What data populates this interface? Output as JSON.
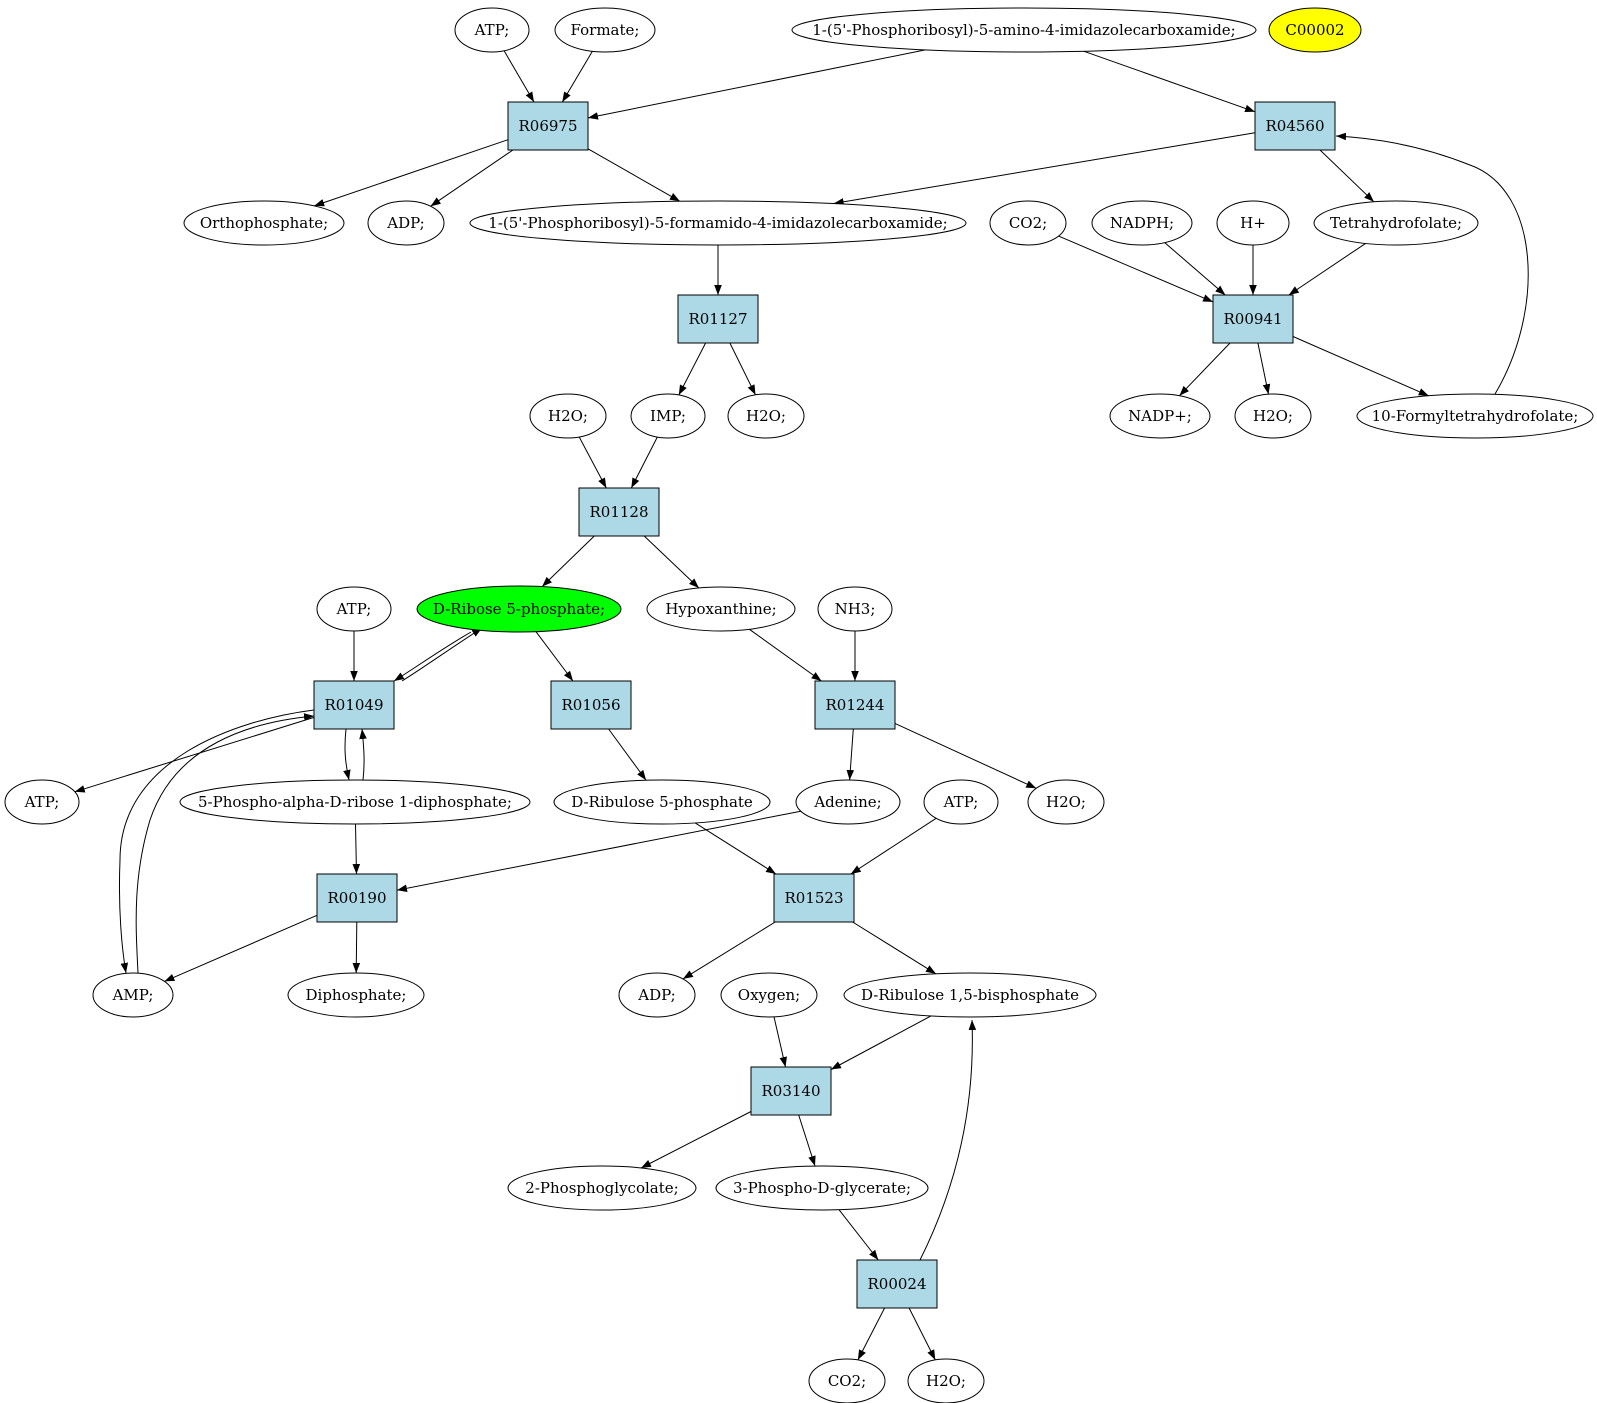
{
  "colors": {
    "reaction_fill": "#add8e6",
    "default_compound_fill": "#ffffff",
    "highlight_green": "#00ff00",
    "highlight_yellow": "#ffff00"
  },
  "reactions": [
    {
      "id": "r06975",
      "label": "R06975"
    },
    {
      "id": "r04560",
      "label": "R04560"
    },
    {
      "id": "r01127",
      "label": "R01127"
    },
    {
      "id": "r00941",
      "label": "R00941"
    },
    {
      "id": "r01128",
      "label": "R01128"
    },
    {
      "id": "r01049",
      "label": "R01049"
    },
    {
      "id": "r01056",
      "label": "R01056"
    },
    {
      "id": "r01244",
      "label": "R01244"
    },
    {
      "id": "r00190",
      "label": "R00190"
    },
    {
      "id": "r01523",
      "label": "R01523"
    },
    {
      "id": "r03140",
      "label": "R03140"
    },
    {
      "id": "r00024",
      "label": "R00024"
    }
  ],
  "compounds": [
    {
      "id": "atp1",
      "label": "ATP;"
    },
    {
      "id": "formate",
      "label": "Formate;"
    },
    {
      "id": "aicar",
      "label": "1-(5'-Phosphoribosyl)-5-amino-4-imidazolecarboxamide;"
    },
    {
      "id": "c00002",
      "label": "C00002",
      "highlight": "yellow"
    },
    {
      "id": "orthophosphate",
      "label": "Orthophosphate;"
    },
    {
      "id": "adp1",
      "label": "ADP;"
    },
    {
      "id": "faicar",
      "label": "1-(5'-Phosphoribosyl)-5-formamido-4-imidazolecarboxamide;"
    },
    {
      "id": "co2a",
      "label": "CO2;"
    },
    {
      "id": "nadph",
      "label": "NADPH;"
    },
    {
      "id": "hplus",
      "label": "H+"
    },
    {
      "id": "thf",
      "label": "Tetrahydrofolate;"
    },
    {
      "id": "h2o1",
      "label": "H2O;"
    },
    {
      "id": "imp",
      "label": "IMP;"
    },
    {
      "id": "h2o2",
      "label": "H2O;"
    },
    {
      "id": "nadpplus",
      "label": "NADP+;"
    },
    {
      "id": "h2o3",
      "label": "H2O;"
    },
    {
      "id": "formylthf",
      "label": "10-Formyltetrahydrofolate;"
    },
    {
      "id": "atp2",
      "label": "ATP;"
    },
    {
      "id": "r5p",
      "label": "D-Ribose 5-phosphate;",
      "highlight": "green"
    },
    {
      "id": "hypoxanthine",
      "label": "Hypoxanthine;"
    },
    {
      "id": "nh3",
      "label": "NH3;"
    },
    {
      "id": "atp3",
      "label": "ATP;"
    },
    {
      "id": "prpp",
      "label": "5-Phospho-alpha-D-ribose 1-diphosphate;"
    },
    {
      "id": "ru5p",
      "label": "D-Ribulose 5-phosphate"
    },
    {
      "id": "adenine",
      "label": "Adenine;"
    },
    {
      "id": "atp4",
      "label": "ATP;"
    },
    {
      "id": "h2o4",
      "label": "H2O;"
    },
    {
      "id": "amp",
      "label": "AMP;"
    },
    {
      "id": "diphosphate",
      "label": "Diphosphate;"
    },
    {
      "id": "adp2",
      "label": "ADP;"
    },
    {
      "id": "oxygen",
      "label": "Oxygen;"
    },
    {
      "id": "rubp",
      "label": "D-Ribulose 1,5-bisphosphate"
    },
    {
      "id": "phosphoglycolate",
      "label": "2-Phosphoglycolate;"
    },
    {
      "id": "pga",
      "label": "3-Phospho-D-glycerate;"
    },
    {
      "id": "co2b",
      "label": "CO2;"
    },
    {
      "id": "h2o5",
      "label": "H2O;"
    }
  ],
  "edges": [
    {
      "from": "atp1",
      "to": "r06975"
    },
    {
      "from": "formate",
      "to": "r06975"
    },
    {
      "from": "aicar",
      "to": "r06975"
    },
    {
      "from": "aicar",
      "to": "r04560"
    },
    {
      "from": "r06975",
      "to": "orthophosphate"
    },
    {
      "from": "r06975",
      "to": "adp1"
    },
    {
      "from": "r06975",
      "to": "faicar"
    },
    {
      "from": "r04560",
      "to": "faicar"
    },
    {
      "from": "r04560",
      "to": "thf"
    },
    {
      "from": "formylthf",
      "to": "r04560"
    },
    {
      "from": "co2a",
      "to": "r00941"
    },
    {
      "from": "nadph",
      "to": "r00941"
    },
    {
      "from": "hplus",
      "to": "r00941"
    },
    {
      "from": "thf",
      "to": "r00941"
    },
    {
      "from": "r00941",
      "to": "nadpplus"
    },
    {
      "from": "r00941",
      "to": "h2o3"
    },
    {
      "from": "r00941",
      "to": "formylthf"
    },
    {
      "from": "faicar",
      "to": "r01127"
    },
    {
      "from": "r01127",
      "to": "imp"
    },
    {
      "from": "r01127",
      "to": "h2o2"
    },
    {
      "from": "h2o1",
      "to": "r01128"
    },
    {
      "from": "imp",
      "to": "r01128"
    },
    {
      "from": "r01128",
      "to": "r5p"
    },
    {
      "from": "r01128",
      "to": "hypoxanthine"
    },
    {
      "from": "atp2",
      "to": "r01049"
    },
    {
      "from": "r5p",
      "to": "r01049"
    },
    {
      "from": "r01049",
      "to": "r5p"
    },
    {
      "from": "r5p",
      "to": "r01056"
    },
    {
      "from": "r01049",
      "to": "atp3"
    },
    {
      "from": "r01049",
      "to": "prpp"
    },
    {
      "from": "prpp",
      "to": "r01049"
    },
    {
      "from": "r01049",
      "to": "amp"
    },
    {
      "from": "amp",
      "to": "r01049"
    },
    {
      "from": "hypoxanthine",
      "to": "r01244"
    },
    {
      "from": "nh3",
      "to": "r01244"
    },
    {
      "from": "r01244",
      "to": "adenine"
    },
    {
      "from": "r01244",
      "to": "h2o4"
    },
    {
      "from": "r01056",
      "to": "ru5p"
    },
    {
      "from": "prpp",
      "to": "r00190"
    },
    {
      "from": "adenine",
      "to": "r00190"
    },
    {
      "from": "r00190",
      "to": "amp"
    },
    {
      "from": "r00190",
      "to": "diphosphate"
    },
    {
      "from": "ru5p",
      "to": "r01523"
    },
    {
      "from": "atp4",
      "to": "r01523"
    },
    {
      "from": "r01523",
      "to": "adp2"
    },
    {
      "from": "r01523",
      "to": "rubp"
    },
    {
      "from": "oxygen",
      "to": "r03140"
    },
    {
      "from": "rubp",
      "to": "r03140"
    },
    {
      "from": "r03140",
      "to": "phosphoglycolate"
    },
    {
      "from": "r03140",
      "to": "pga"
    },
    {
      "from": "pga",
      "to": "r00024"
    },
    {
      "from": "r00024",
      "to": "rubp"
    },
    {
      "from": "r00024",
      "to": "co2b"
    },
    {
      "from": "r00024",
      "to": "h2o5"
    }
  ]
}
